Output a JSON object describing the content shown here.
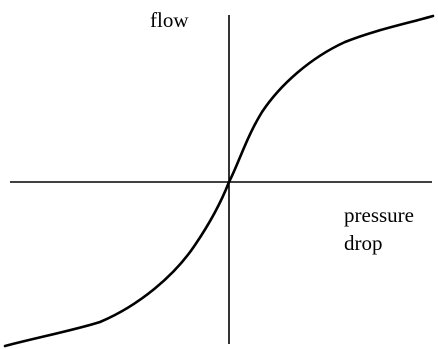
{
  "diagram": {
    "y_axis_label": "flow",
    "x_axis_label_line1": "pressure",
    "x_axis_label_line2": "drop",
    "stroke_color": "#000000",
    "background_color": "#ffffff",
    "curve_shape": "odd-symmetric saturating S-curve through origin"
  }
}
